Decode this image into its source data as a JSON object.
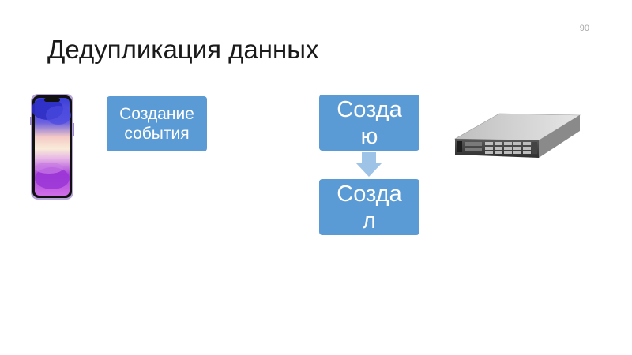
{
  "slide": {
    "title": "Дедупликация данных",
    "page_number": "90"
  },
  "diagram": {
    "event_box": {
      "line1": "Создание",
      "line2": "события"
    },
    "creating_box": {
      "text": "Создаю"
    },
    "created_box": {
      "text": "Создал"
    },
    "arrow": {
      "direction": "down",
      "color": "#9dc3e6"
    },
    "box_color": "#5b9bd5"
  },
  "images": {
    "phone": "smartphone-icon",
    "server": "rack-server-icon"
  }
}
